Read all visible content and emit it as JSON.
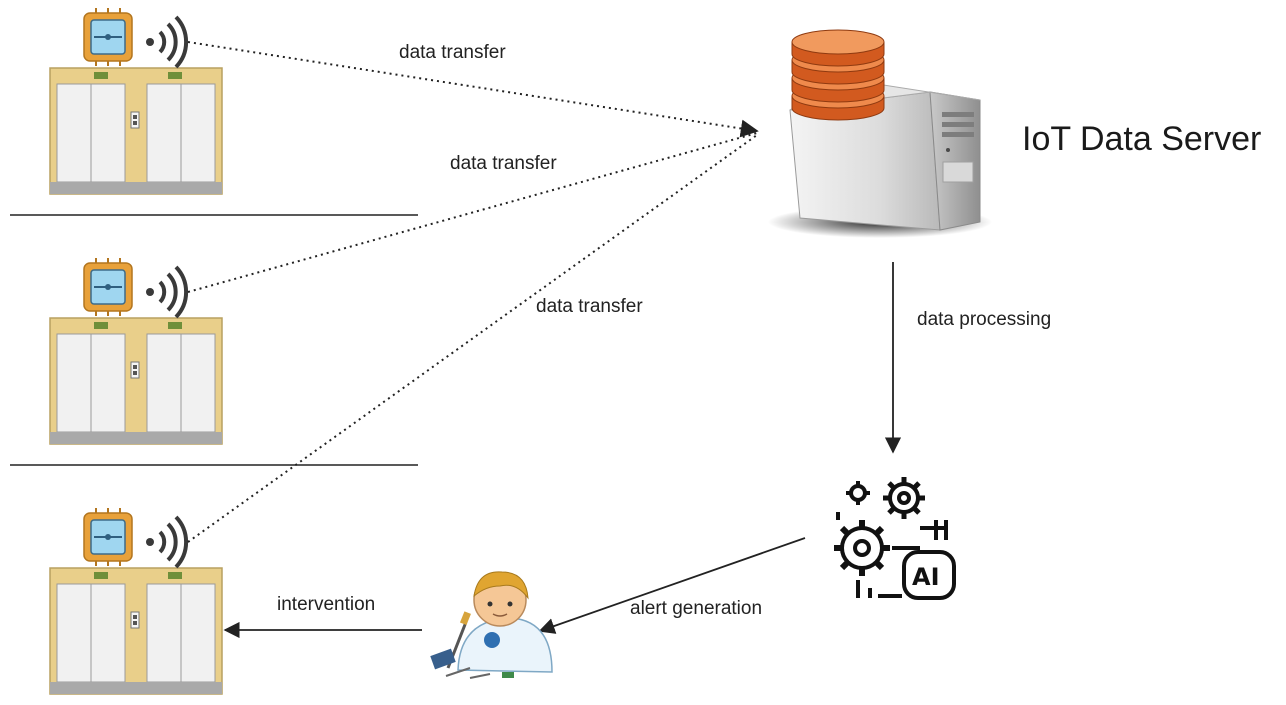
{
  "server": {
    "title": "IoT Data Server"
  },
  "edges": {
    "transfer_1": "data transfer",
    "transfer_2": "data transfer",
    "transfer_3": "data transfer",
    "processing": "data processing",
    "alert": "alert generation",
    "intervention": "intervention"
  },
  "ai_module": {
    "badge": "AI"
  },
  "icons": {
    "elevator": "elevator-icon",
    "sensor": "iot-sensor-chip-icon",
    "wireless": "wireless-signal-icon",
    "server": "database-server-icon",
    "ai": "ai-gears-icon",
    "technician": "technician-icon"
  },
  "colors": {
    "elevator_frame": "#e9cf8a",
    "database": "#e06a2b",
    "chip": "#e8a13a",
    "line": "#222222"
  }
}
